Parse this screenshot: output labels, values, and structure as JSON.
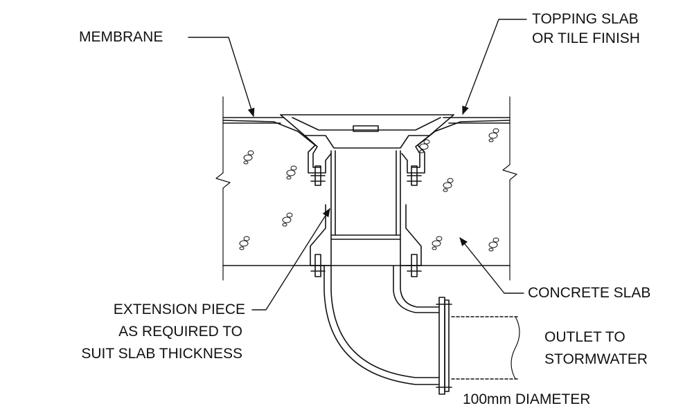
{
  "labels": {
    "membrane": "MEMBRANE",
    "topping_line1": "TOPPING SLAB",
    "topping_line2": "OR TILE FINISH",
    "concrete": "CONCRETE SLAB",
    "extension_line1": "EXTENSION PIECE",
    "extension_line2": "AS REQUIRED TO",
    "extension_line3": "SUIT SLAB THICKNESS",
    "outlet_line1": "OUTLET TO",
    "outlet_line2": "STORMWATER",
    "diameter": "100mm DIAMETER"
  },
  "colors": {
    "ink": "#111111",
    "background": "#ffffff"
  }
}
